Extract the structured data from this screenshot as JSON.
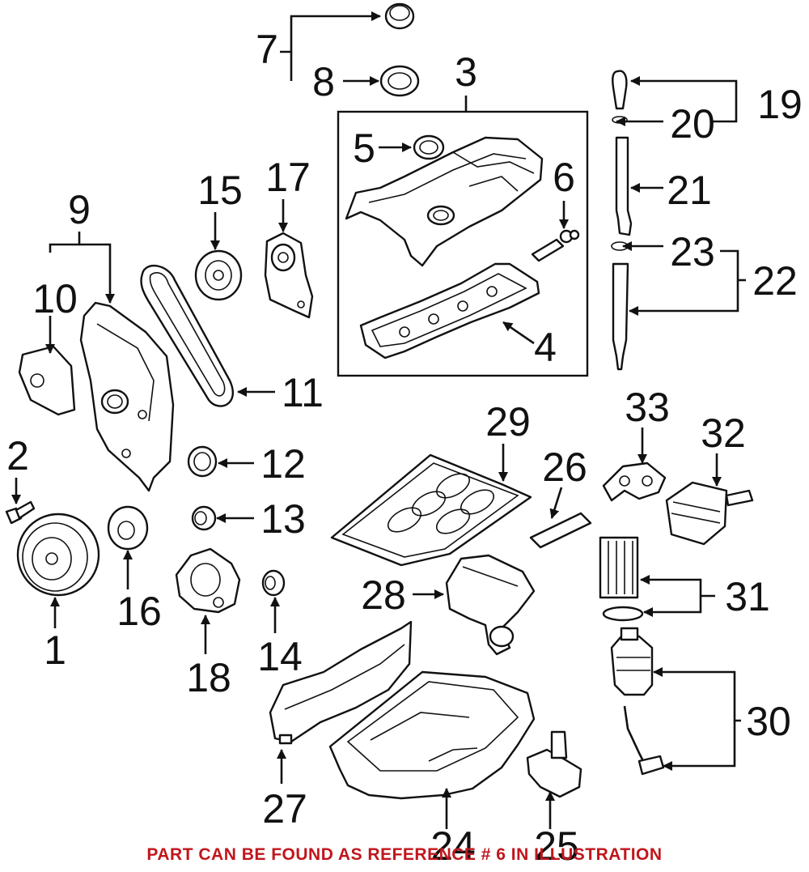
{
  "diagram": {
    "callouts": {
      "c1": "1",
      "c2": "2",
      "c3": "3",
      "c4": "4",
      "c5": "5",
      "c6": "6",
      "c7": "7",
      "c8": "8",
      "c9": "9",
      "c10": "10",
      "c11": "11",
      "c12": "12",
      "c13": "13",
      "c14": "14",
      "c15": "15",
      "c16": "16",
      "c17": "17",
      "c18": "18",
      "c19": "19",
      "c20": "20",
      "c21": "21",
      "c22": "22",
      "c23": "23",
      "c24": "24",
      "c25": "25",
      "c26": "26",
      "c27": "27",
      "c28": "28",
      "c29": "29",
      "c30": "30",
      "c31": "31",
      "c32": "32",
      "c33": "33"
    }
  },
  "footer": {
    "note": "PART CAN BE FOUND AS REFERENCE # 6 IN ILLUSTRATION"
  },
  "colors": {
    "note": "#c0161c",
    "ink": "#111111",
    "background": "#ffffff"
  }
}
